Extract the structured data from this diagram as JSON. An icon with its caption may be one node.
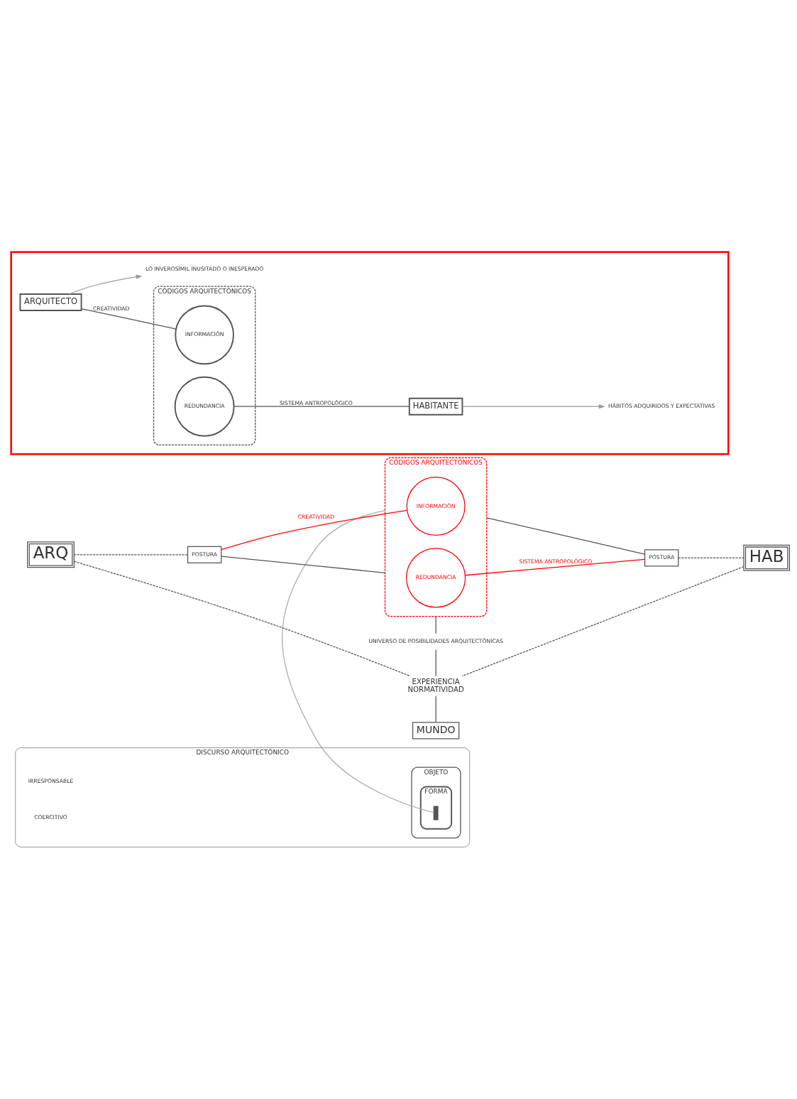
{
  "diagram": {
    "nodes": [
      {
        "text": [
          "DISCURSO ARQUITECTÓNICO"
        ],
        "beside": [
          "IRRESPONSABLE",
          "COERCITIVO"
        ]
      },
      {
        "text": [
          "OBJETO"
        ],
        "in": 0
      },
      {
        "text": [
          "FORMA"
        ],
        "in": 1
      },
      {
        "text": [],
        "shape": "bar",
        "in": 2
      },
      {
        "text": [
          "ARQ"
        ]
      },
      {
        "text": [
          "POSTURA"
        ]
      },
      {
        "text": [
          "CÓDIGOS ARQUITECTÓNICOS"
        ]
      },
      {
        "text": [
          "INFORMACIÓN"
        ],
        "in": 6
      },
      {
        "text": [
          "REDUNDANCIA"
        ],
        "in": 6
      },
      {
        "text": [
          "POSTURA"
        ]
      },
      {
        "text": [
          "HAB"
        ]
      },
      {
        "text": [
          "UNIVERSO DE POSIBILIDADES ARQUITECTÓNICAS"
        ]
      },
      {
        "text": [
          "EXPERIENCIA",
          "NORMATIVIDAD"
        ]
      },
      {
        "text": [
          "MUNDO"
        ]
      },
      {
        "text": [],
        "shape": "box"
      },
      {
        "text": [
          "ARQUITECTO"
        ],
        "in": 14
      },
      {
        "text": [
          "CÓDIGOS ARQUITECTÓNICOS"
        ],
        "in": 14
      },
      {
        "text": [
          "INFORMACIÓN"
        ],
        "in": 16
      },
      {
        "text": [
          "REDUNDANCIA"
        ],
        "in": 16
      },
      {
        "text": [
          "HABITANTE"
        ],
        "in": 14
      },
      {
        "text": [
          "LO INVEROSÍMIL INUSITADO O INESPERADO"
        ],
        "in": 14
      },
      {
        "text": [
          "HÁBITOS ADQUIRIDOS Y EXPECTATIVAS"
        ],
        "in": 14
      }
    ],
    "edges": [
      {
        "from": 3,
        "to": 6,
        "arrow": "none",
        "color": "#aaaaaa"
      },
      {
        "from": 4,
        "to": 5,
        "arrow": "none",
        "style": "dashed"
      },
      {
        "from": 5,
        "to": 6,
        "arrow": "none"
      },
      {
        "from": 6,
        "to": 9,
        "arrow": "none"
      },
      {
        "from": 9,
        "to": 10,
        "arrow": "none",
        "style": "dashed"
      },
      {
        "from": 5,
        "to": 7,
        "label": "CREATIVIDAD",
        "arrow": "none",
        "color": "#ff0000"
      },
      {
        "from": 8,
        "to": 9,
        "label": "SISTEMA ANTROPOLÓGICO",
        "arrow": "none",
        "color": "#ff0000"
      },
      {
        "from": 6,
        "to": 11,
        "arrow": "none"
      },
      {
        "from": 11,
        "to": 12,
        "arrow": "none"
      },
      {
        "from": 4,
        "to": 12,
        "arrow": "none",
        "style": "dashed"
      },
      {
        "from": 10,
        "to": 12,
        "arrow": "none",
        "style": "dashed"
      },
      {
        "from": 12,
        "to": 13,
        "arrow": "none"
      },
      {
        "from": 15,
        "to": 17,
        "label": "CREATIVIDAD",
        "arrow": "none"
      },
      {
        "from": 15,
        "to": 20,
        "arrow": "to",
        "color": "#999999"
      },
      {
        "from": 18,
        "to": 19,
        "label": "SISTEMA ANTROPOLÓGICO",
        "arrow": "none"
      },
      {
        "from": 19,
        "to": 21,
        "arrow": "to",
        "color": "#999999"
      }
    ]
  }
}
